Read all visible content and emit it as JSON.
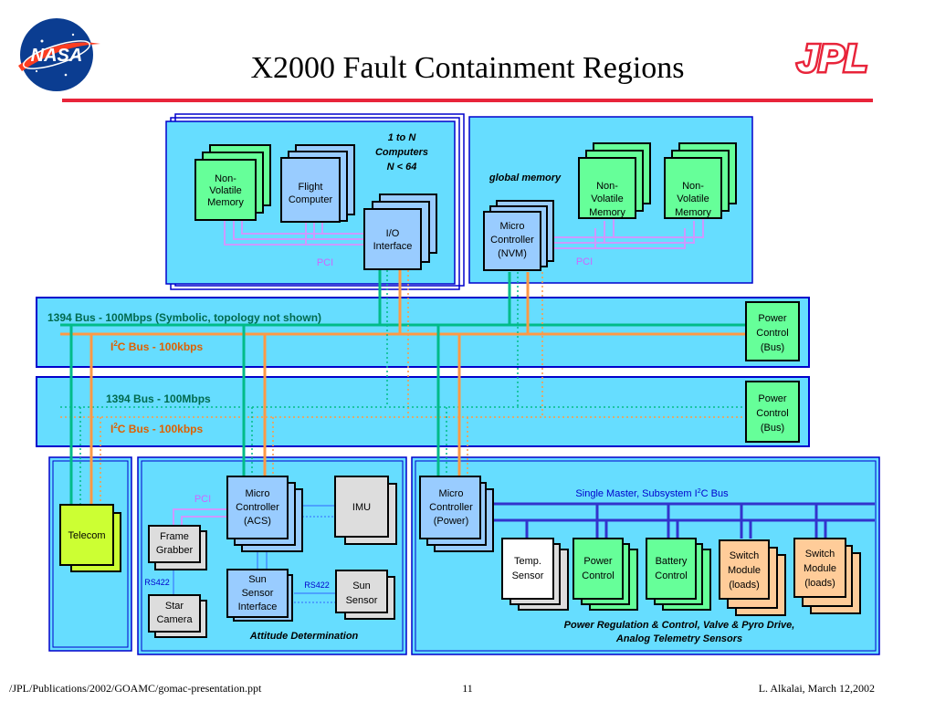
{
  "title": "X2000 Fault Containment Regions",
  "logos": {
    "left": "NASA",
    "right": "JPL"
  },
  "footer": {
    "path": "/JPL/Publications/2002/GOAMC/gomac-presentation.ppt",
    "page": "11",
    "author_date": "L. Alkalai, March 12,2002"
  },
  "computers": {
    "count_note": [
      "1 to N",
      "Computers",
      "N < 64"
    ],
    "nvm": [
      "Non-",
      "Volatile",
      "Memory"
    ],
    "flight": [
      "Flight",
      "Computer"
    ],
    "io": [
      "I/O",
      "Interface"
    ],
    "pci": "PCI"
  },
  "global_memory": {
    "label": "global memory",
    "mc": [
      "Micro",
      "Controller",
      "(NVM)"
    ],
    "nvm": [
      "Non-",
      "Volatile",
      "Memory"
    ],
    "pci": "PCI"
  },
  "bus_upper": {
    "bus_1394": "1394 Bus - 100Mbps (Symbolic, topology not shown)",
    "i2c_prefix": "I",
    "i2c_sup": "2",
    "i2c_suffix": "C Bus - 100kbps",
    "power": [
      "Power",
      "Control",
      "(Bus)"
    ]
  },
  "bus_lower": {
    "bus_1394": "1394 Bus - 100Mbps",
    "i2c_prefix": "I",
    "i2c_sup": "2",
    "i2c_suffix": "C Bus - 100kbps",
    "power": [
      "Power",
      "Control",
      "(Bus)"
    ]
  },
  "telecom": "Telecom",
  "attitude": {
    "caption": "Attitude Determination",
    "pci": "PCI",
    "rs422_left": "RS422",
    "rs422_mid": "RS422",
    "mc": [
      "Micro",
      "Controller",
      "(ACS)"
    ],
    "imu": "IMU",
    "frame": [
      "Frame",
      "Grabber"
    ],
    "sun_if": [
      "Sun",
      "Sensor",
      "Interface"
    ],
    "sun_sensor": [
      "Sun",
      "Sensor"
    ],
    "star": [
      "Star",
      "Camera"
    ]
  },
  "power_region": {
    "mc": [
      "Micro",
      "Controller",
      "(Power)"
    ],
    "bus_label_prefix": "Single Master, Subsystem I",
    "bus_label_sup": "2",
    "bus_label_suffix": "C Bus",
    "temp": [
      "Temp.",
      "Sensor"
    ],
    "power": [
      "Power",
      "Control"
    ],
    "battery": [
      "Battery",
      "Control"
    ],
    "switch1": [
      "Switch",
      "Module",
      "(loads)"
    ],
    "switch2": [
      "Switch",
      "Module",
      "(loads)"
    ],
    "caption": [
      "Power Regulation & Control, Valve & Pyro Drive,",
      "Analog Telemetry Sensors"
    ]
  },
  "colors": {
    "region_fill": "#66ddff",
    "region_border": "#0000cc",
    "bus_1394": "#00bb88",
    "bus_i2c": "#ff9944",
    "pci_line": "#cc99ff",
    "green_box": "#66ff99",
    "blue_box": "#99ccff",
    "yellow_box": "#ccff33",
    "orange_box": "#ffcc99",
    "grey_box": "#dddddd"
  }
}
